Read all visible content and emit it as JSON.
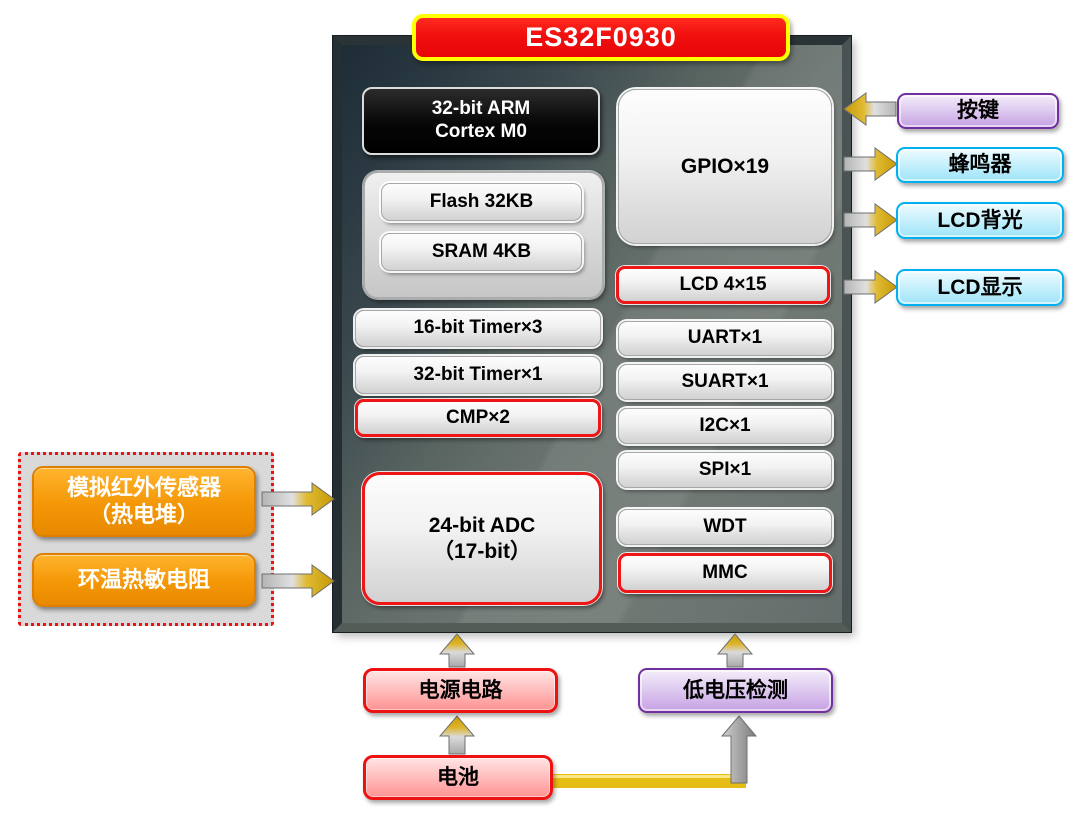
{
  "title": "ES32F0930",
  "chip": {
    "cpu": {
      "line1": "32-bit ARM",
      "line2": "Cortex M0"
    },
    "flash": "Flash 32KB",
    "sram": "SRAM 4KB",
    "timer16": "16-bit Timer×3",
    "timer32": "32-bit Timer×1",
    "cmp": "CMP×2",
    "adc": {
      "line1": "24-bit ADC",
      "line2": "（17-bit）"
    },
    "gpio": "GPIO×19",
    "lcd_controller": "LCD 4×15",
    "uart": "UART×1",
    "suart": "SUART×1",
    "i2c": "I2C×1",
    "spi": "SPI×1",
    "wdt": "WDT",
    "mmc": "MMC"
  },
  "right_peripherals": {
    "keys": "按键",
    "buzzer": "蜂鸣器",
    "lcd_backlight": "LCD背光",
    "lcd_display": "LCD显示"
  },
  "left_sensors": {
    "ir_sensor": {
      "line1": "模拟红外传感器",
      "line2": "（热电堆）"
    },
    "thermistor": "环温热敏电阻"
  },
  "power": {
    "power_circuit": "电源电路",
    "low_voltage_detect": "低电压检测",
    "battery": "电池"
  },
  "colors": {
    "title_bg": "#f00f0f",
    "title_border": "#ffff00",
    "red_accent": "#ee1616",
    "chip_dark": "#27363f",
    "chip_gray": "#6e7673",
    "block_gray": "#e8e8e8",
    "orange_bg": "#f49706",
    "purple_border": "#7030a0",
    "cyan_border": "#00b0f0",
    "pink_bg": "#ffbcbc",
    "arrow_gold": "#d4a414",
    "arrow_silver": "#b0b0b0"
  }
}
